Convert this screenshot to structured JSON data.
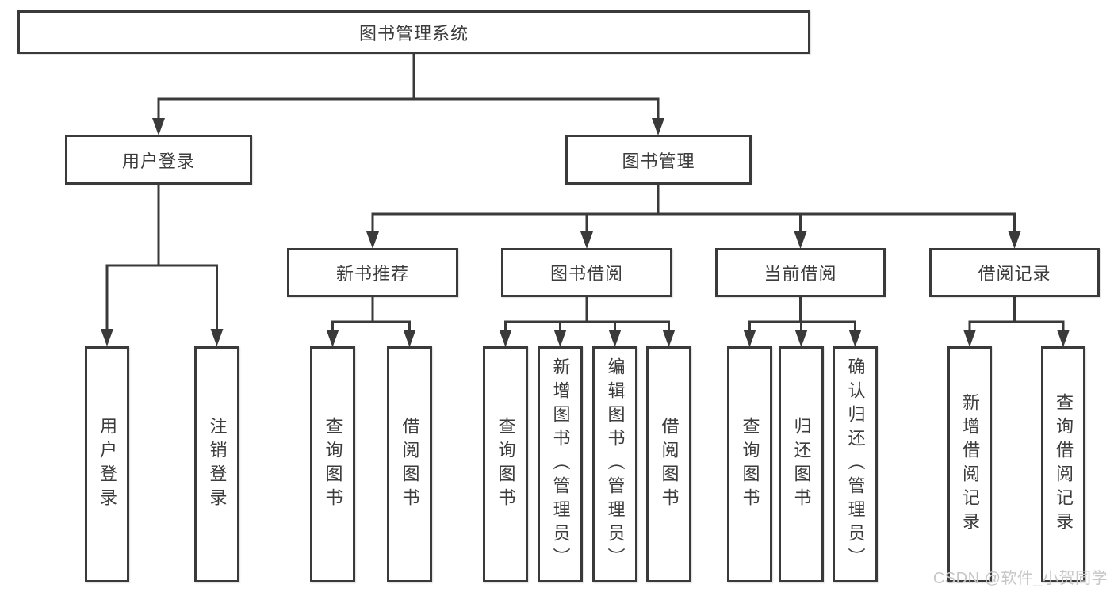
{
  "tree": {
    "label": "图书管理系统",
    "children": [
      {
        "label": "用户登录",
        "children": [
          {
            "label": "用户登录"
          },
          {
            "label": "注销登录"
          }
        ]
      },
      {
        "label": "图书管理",
        "children": [
          {
            "label": "新书推荐",
            "children": [
              {
                "label": "查询图书"
              },
              {
                "label": "借阅图书"
              }
            ]
          },
          {
            "label": "图书借阅",
            "children": [
              {
                "label": "查询图书"
              },
              {
                "label": "新增图书（管理员）"
              },
              {
                "label": "编辑图书（管理员）"
              },
              {
                "label": "借阅图书"
              }
            ]
          },
          {
            "label": "当前借阅",
            "children": [
              {
                "label": "查询图书"
              },
              {
                "label": "归还图书"
              },
              {
                "label": "确认归还（管理员）"
              }
            ]
          },
          {
            "label": "借阅记录",
            "children": [
              {
                "label": "新增借阅记录"
              },
              {
                "label": "查询借阅记录"
              }
            ]
          }
        ]
      }
    ]
  },
  "watermark": {
    "text": "CSDN @软件_小贺同学"
  },
  "colors": {
    "line": "#3a3a3a",
    "border": "#3a3a3a",
    "text": "#3c3c3c",
    "background": "#ffffff",
    "watermark": "#c7c7c7"
  }
}
